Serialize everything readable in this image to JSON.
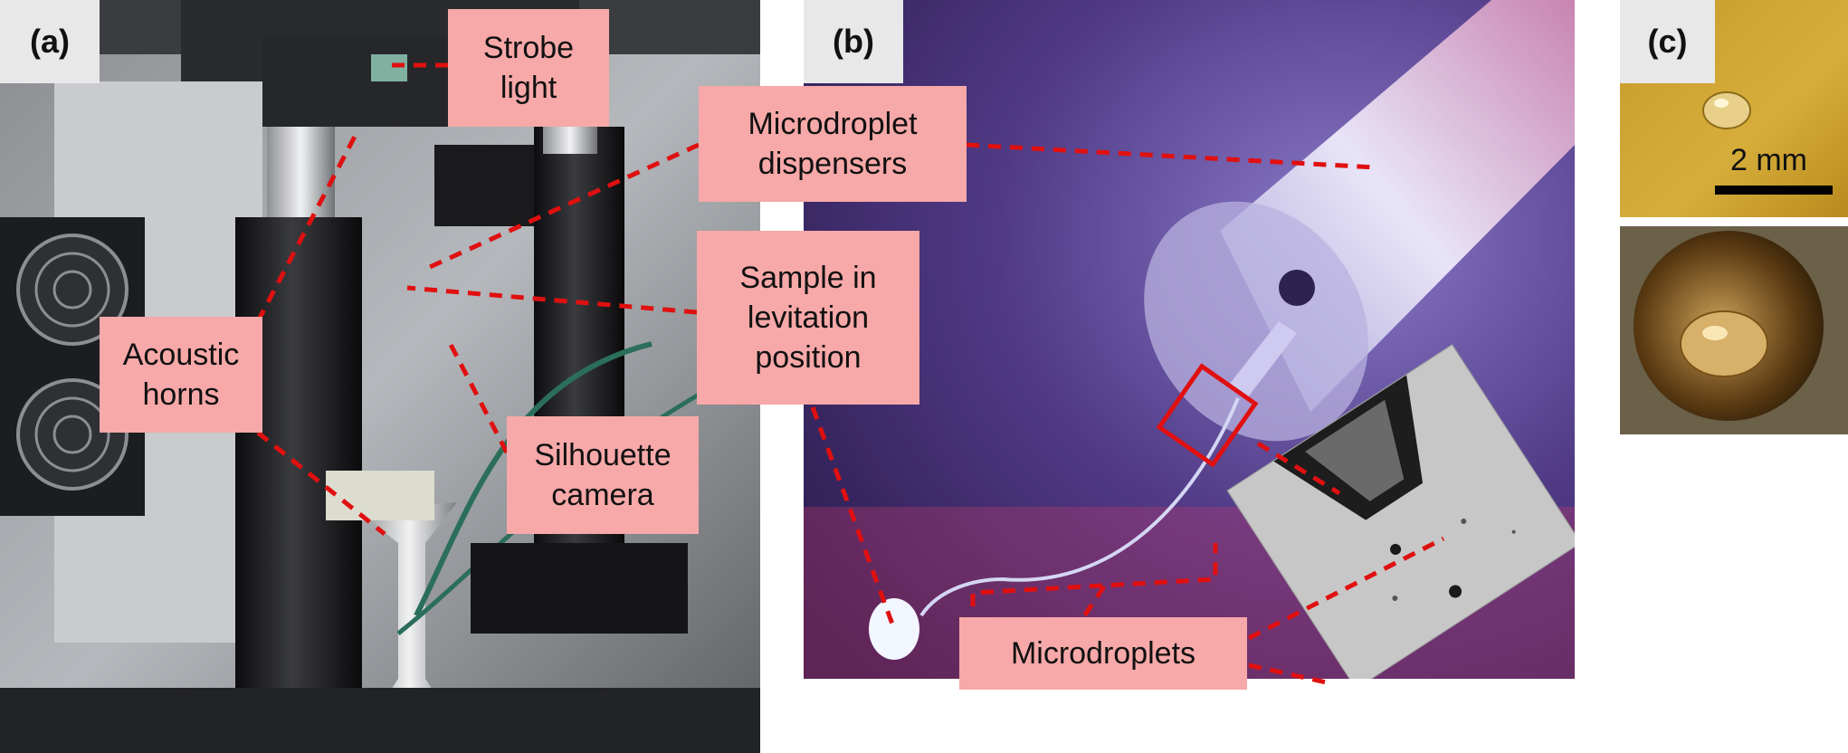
{
  "panels": {
    "a": {
      "letter": "(a)"
    },
    "b": {
      "letter": "(b)"
    },
    "c": {
      "letter": "(c)"
    }
  },
  "callouts": {
    "strobe_light": "Strobe\nlight",
    "microdroplet_dispensers": "Microdroplet\ndispensers",
    "sample_levitation": "Sample in\nlevitation\nposition",
    "acoustic_horns": "Acoustic\nhorns",
    "silhouette_camera": "Silhouette\ncamera",
    "microdroplets": "Microdroplets"
  },
  "scale_bar": {
    "label": "2 mm"
  },
  "colors": {
    "callout_fill": "#f7a8a8",
    "leader_line": "#e01010",
    "label_box": "#e8e8e8"
  }
}
